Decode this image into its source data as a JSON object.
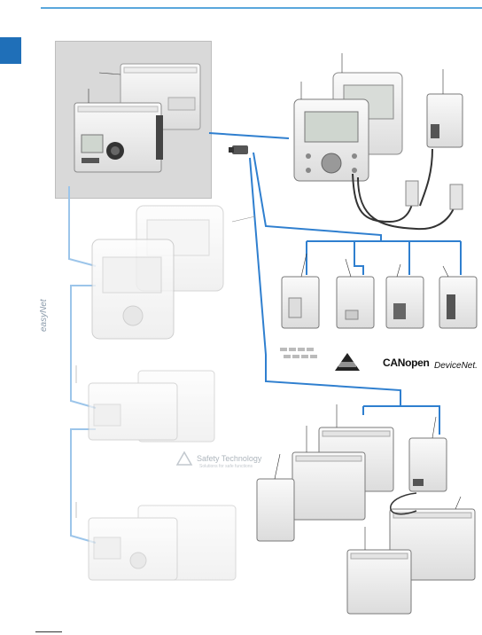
{
  "labels": {
    "easynet": "easyNet",
    "canopen": "CANopen",
    "devicenet": "DeviceNet.",
    "safety": "Safety Technology",
    "safety_sub": "Solutions for safe functions"
  },
  "colors": {
    "accent": "#1f6fb8",
    "link_blue": "#2f7fcf",
    "faded_link": "#9cc5ea",
    "panel_gray": "#d9d9d9"
  }
}
